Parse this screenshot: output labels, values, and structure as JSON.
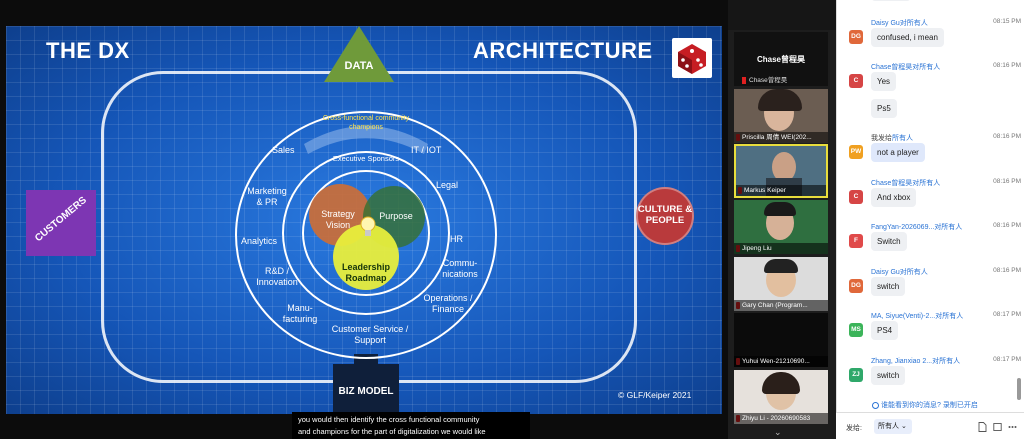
{
  "slide": {
    "title_left": "THE DX",
    "title_right": "ARCHITECTURE",
    "data_label": "DATA",
    "biz_label": "BIZ MODEL",
    "customers_label": "CUSTOMERS",
    "culture_label": "CULTURE & PEOPLE",
    "arc_text": "Cross-functional community champions",
    "exec_text": "Executive Sponsors",
    "venn_strategy": "Strategy Vision",
    "venn_purpose": "Purpose",
    "venn_leadership": "Leadership Roadmap",
    "segments": {
      "sales": "Sales",
      "it_iot": "IT / IOT",
      "marketing": "Marketing & PR",
      "legal": "Legal",
      "analytics": "Analytics",
      "hr": "HR",
      "rd": "R&D / Innovation",
      "communications": "Commu- nications",
      "operations": "Operations / Finance",
      "manufacturing": "Manu- facturing",
      "customer_service": "Customer Service / Support"
    },
    "credit": "GLF/Keiper 2021",
    "colors": {
      "background": "#1556b8",
      "data": "#6f9a3a",
      "customers": "#7d36b3",
      "culture": "#b93a3c"
    }
  },
  "subtitle": {
    "line1": "you would then identify the cross functional community",
    "line2": "and champions for the part of digitalization we would like"
  },
  "participants": {
    "chase_title": "Chase曾程昊",
    "chase_small": "Chase曾程昊",
    "tiles": [
      {
        "name": "Priscilla 周倩 WEI(202..."
      },
      {
        "name": "Markus Keiper"
      },
      {
        "name": "Jipeng Liu"
      },
      {
        "name": "Gary Chan (Program..."
      },
      {
        "name": "Yuhui Wen-21210690..."
      },
      {
        "name": "Zhiyu Li - 20260690583"
      }
    ]
  },
  "chat": {
    "messages": [
      {
        "avatar": "DG",
        "color": "#e0683a",
        "sender": "Daisy Gu",
        "to": "对所有人",
        "time": "08:15 PM",
        "texts": [
          "confused, i mean"
        ]
      },
      {
        "avatar": "C",
        "color": "#d64545",
        "sender": "Chase曾程昊",
        "to": "对所有人",
        "time": "08:16 PM",
        "texts": [
          "Yes",
          "Ps5"
        ]
      },
      {
        "avatar": "PW",
        "color": "#f0a020",
        "sender": "我发给",
        "to": "所有人",
        "time": "08:16 PM",
        "texts": [
          "not a player"
        ]
      },
      {
        "avatar": "C",
        "color": "#d64545",
        "sender": "Chase曾程昊",
        "to": "对所有人",
        "time": "08:16 PM",
        "texts": [
          "And xbox"
        ]
      },
      {
        "avatar": "F",
        "color": "#e04a4a",
        "sender": "FangYan-2026069...",
        "to": "对所有人",
        "time": "08:16 PM",
        "texts": [
          "Switch"
        ]
      },
      {
        "avatar": "DG",
        "color": "#e0683a",
        "sender": "Daisy Gu",
        "to": "对所有人",
        "time": "08:16 PM",
        "texts": [
          "switch"
        ]
      },
      {
        "avatar": "MS",
        "color": "#3cb45a",
        "sender": "MA, Siyue(Venti)-2...",
        "to": "对所有人",
        "time": "08:17 PM",
        "texts": [
          "PS4"
        ]
      },
      {
        "avatar": "ZJ",
        "color": "#2fa86a",
        "sender": "Zhang, Jianxiao 2...",
        "to": "对所有人",
        "time": "08:17 PM",
        "texts": [
          "switch"
        ]
      }
    ],
    "notice": "谁能看到你的消息? 录制已开启",
    "send_label": "发给:",
    "recipient": "所有人 ⌄"
  }
}
